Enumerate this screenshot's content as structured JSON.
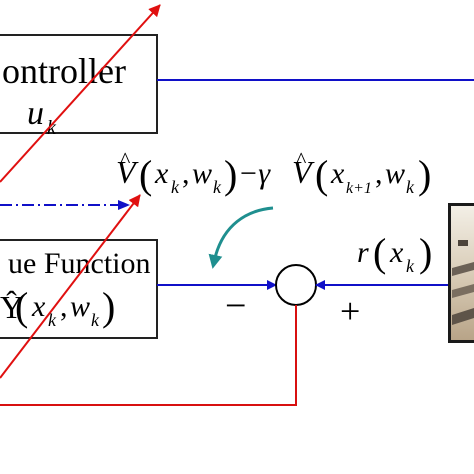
{
  "diagram": {
    "controller_box": {
      "title": "ontroller",
      "symbol": "u",
      "subscript": "k"
    },
    "value_box": {
      "title": "ue Function",
      "arg_x": "x",
      "arg_x_sub": "k",
      "arg_w": "w",
      "arg_w_sub": "k"
    },
    "td_error_label": {
      "v1": "V",
      "x1": "x",
      "x1_sub": "k",
      "w1": "w",
      "w1_sub": "k",
      "op": "−γ",
      "v2": "V",
      "x2": "x",
      "x2_sub": "k+1",
      "w2": "w",
      "w2_sub": "k"
    },
    "reward_label": {
      "r": "r",
      "x": "x",
      "x_sub": "k"
    },
    "summing_junction": {
      "minus": "−",
      "plus": "+"
    },
    "colors": {
      "signal_blue": "#1010c8",
      "feedback_red": "#d81010",
      "tuning_arrow_red": "#e01010",
      "teal_arrow": "#1f8f8f",
      "box_border": "#222222"
    },
    "icons": [
      "summing-junction-icon",
      "curved-update-arrow-icon",
      "plant-image-icon"
    ]
  }
}
